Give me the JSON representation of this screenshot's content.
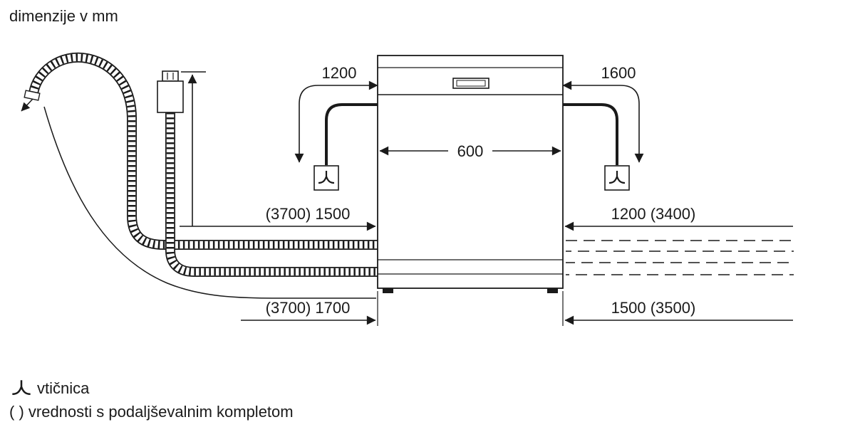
{
  "title": "dimenzije v mm",
  "dimensions": {
    "cord_left": "1200",
    "cord_right": "1600",
    "appliance_width": "600",
    "hose_left": "(3700) 1500",
    "hose_right": "1200 (3400)",
    "cord_bottom_left": "(3700) 1700",
    "hose_bottom_right": "1500 (3500)"
  },
  "legend": {
    "socket_label": "vtičnica",
    "extension_note": "( ) vrednosti s podaljševalnim kompletom"
  },
  "icons": {
    "socket": "socket-icon"
  },
  "colors": {
    "line": "#1a1a1a",
    "background": "#ffffff"
  }
}
